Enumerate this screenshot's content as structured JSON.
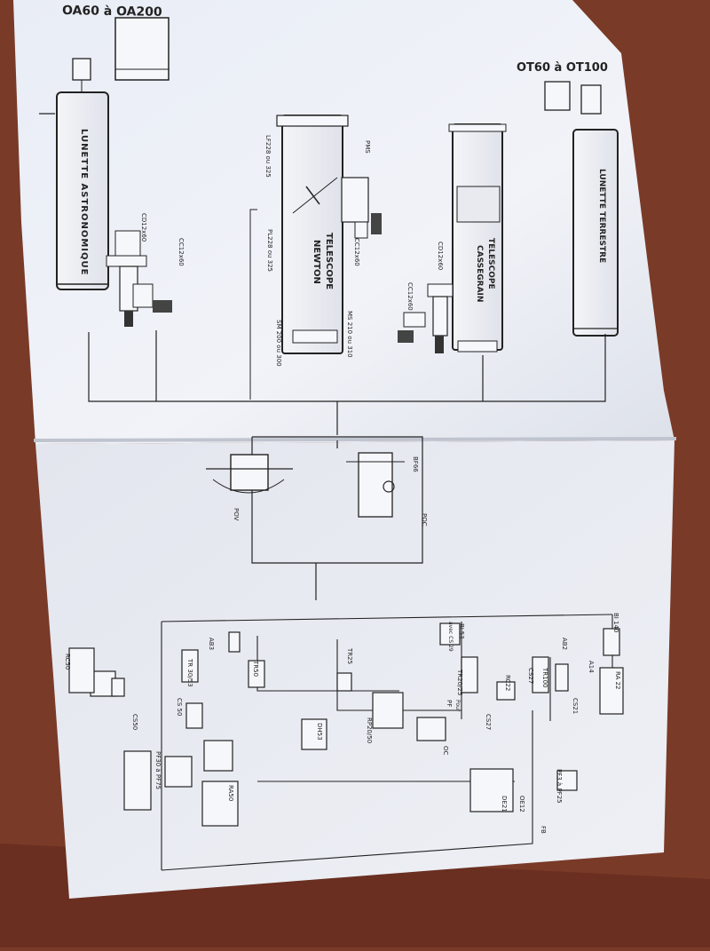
{
  "colors": {
    "table": "#7a3a28",
    "page_top": "#eef1f8",
    "page_bottom": "#e4e7ef",
    "ink": "#222222"
  },
  "top_page": {
    "series_left": "OA60 à OA200",
    "series_right": "OT60 à OT100",
    "tubes": {
      "astro": "LUNETTE ASTRONOMIQUE",
      "newton_1": "TELESCOPE",
      "newton_2": "NEWTON",
      "cassegrain_1": "TELESCOPE",
      "cassegrain_2": "CASSEGRAIN",
      "terrestre": "LUNETTE TERRESTRE"
    },
    "labels": {
      "cd_astro": "CD12x60",
      "cc_astro": "CC12x60",
      "lf": "LF228 ou 325",
      "pm": "PMS",
      "pl": "PL228 ou 325",
      "cc_newton": "CC12x60",
      "ms": "MS 210 ou 310",
      "sm": "SM 200 ou 300",
      "cd_cass": "CD12x60",
      "cc_cass": "CC12x60"
    }
  },
  "middle": {
    "bf": "BF66",
    "pov": "POV",
    "poc": "POC"
  },
  "bottom_page": {
    "labels": {
      "bi140": "BI 140",
      "ra22": "RA 22",
      "a14": "A14",
      "ab2": "AB2",
      "tr100": "TR100",
      "cs21": "CS21",
      "bl53": "BL53",
      "cs29": "avec CS 29",
      "cs27": "CS27",
      "rc22": "RC22",
      "tr2025": "TR20/25",
      "tr25": "TR25",
      "pf": "PF",
      "pour": "Pour",
      "cs27b": "CS27",
      "oc": "OC",
      "rp2050": "RP20/50",
      "dh53": "DH53",
      "pf3": "PF3 à PF25",
      "oe12": "OE12",
      "de21": "DE21",
      "fb": "FB",
      "ab3": "AB3",
      "tr50": "TR50",
      "tr3053": "TR 30/53",
      "cs50": "CS 50",
      "cs50b": "CS50",
      "rc50": "RC50",
      "pf30": "PF30 à PF75",
      "ra50": "RA50"
    }
  }
}
